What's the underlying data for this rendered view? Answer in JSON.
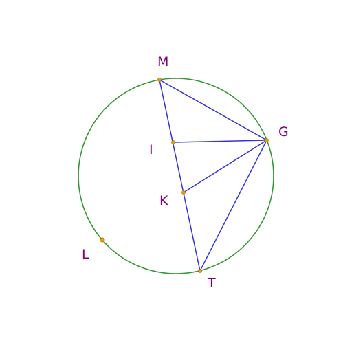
{
  "diagram": {
    "colors": {
      "circle": "#339933",
      "segment": "#3333dd",
      "point": "#e8a000",
      "label": "#800080"
    },
    "points": [
      {
        "id": "M",
        "label": "M"
      },
      {
        "id": "G",
        "label": "G"
      },
      {
        "id": "I",
        "label": "I"
      },
      {
        "id": "K",
        "label": "K"
      },
      {
        "id": "L",
        "label": "L"
      },
      {
        "id": "T",
        "label": "T"
      }
    ],
    "segments": [
      [
        "M",
        "T"
      ],
      [
        "M",
        "G"
      ],
      [
        "G",
        "T"
      ],
      [
        "I",
        "G"
      ],
      [
        "K",
        "G"
      ]
    ]
  }
}
